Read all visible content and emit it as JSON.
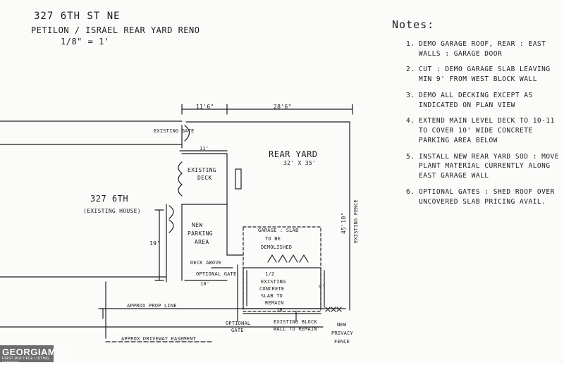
{
  "header": {
    "address": "327 6th St NE",
    "project": "Petilon / Israel Rear Yard Reno",
    "scale": "1/8\" = 1'"
  },
  "labels": {
    "existing_gate": "Existing Gate",
    "dim_11_6": "11'6\"",
    "dim_28_6": "28'6\"",
    "dim_11": "11'",
    "rear_yard": "Rear Yard",
    "rear_yard_size": "32' x 35'",
    "existing_deck_1": "Existing",
    "existing_deck_2": "Deck",
    "house_1": "327 6th",
    "house_2": "(Existing House)",
    "dim_45_10": "45'10\"",
    "existing_fence": "Existing Fence",
    "new_parking_1": "New",
    "new_parking_2": "Parking",
    "new_parking_3": "Area",
    "garage_1": "Garage : Slab",
    "garage_2": "to be",
    "garage_3": "Demolished",
    "dim_19": "19'",
    "deck_above": "Deck Above",
    "optional_gate_small": "Optional Gate",
    "dim_10": "10'",
    "half_1": "1/2",
    "half_2": "Existing",
    "half_3": "Concrete",
    "half_4": "Slab to",
    "half_5": "Remain",
    "dim_9": "9'",
    "dim_18": "18'",
    "prop_line": "Approx Prop Line",
    "optional_gate_1": "Optional",
    "optional_gate_2": "Gate",
    "block_wall_1": "Existing Block",
    "block_wall_2": "Wall to Remain",
    "privacy_1": "New",
    "privacy_2": "Privacy",
    "privacy_3": "Fence",
    "driveway": "Approx Driveway Easement"
  },
  "notes": {
    "title": "Notes:",
    "items": [
      {
        "num": "1.",
        "text": "Demo garage roof, rear : east walls : garage door"
      },
      {
        "num": "2.",
        "text": "Cut : demo garage slab leaving min 9' from west block wall"
      },
      {
        "num": "3.",
        "text": "Demo all decking except as indicated on plan view"
      },
      {
        "num": "4.",
        "text": "Extend main level deck to 10-11 to cover 10' wide concrete parking area below"
      },
      {
        "num": "5.",
        "text": "Install new rear yard sod : move plant material currently along east garage wall"
      },
      {
        "num": "6.",
        "text": "Optional gates : shed roof over uncovered slab pricing avail."
      }
    ]
  },
  "logo": {
    "brand": "GEORGIAMLS",
    "sub": "FIRST MULTIPLE LISTING SERVICE"
  },
  "colors": {
    "ink": "#1a1a1a",
    "paper": "#fbfbfa",
    "logo_bg": "#6d6d6d"
  }
}
